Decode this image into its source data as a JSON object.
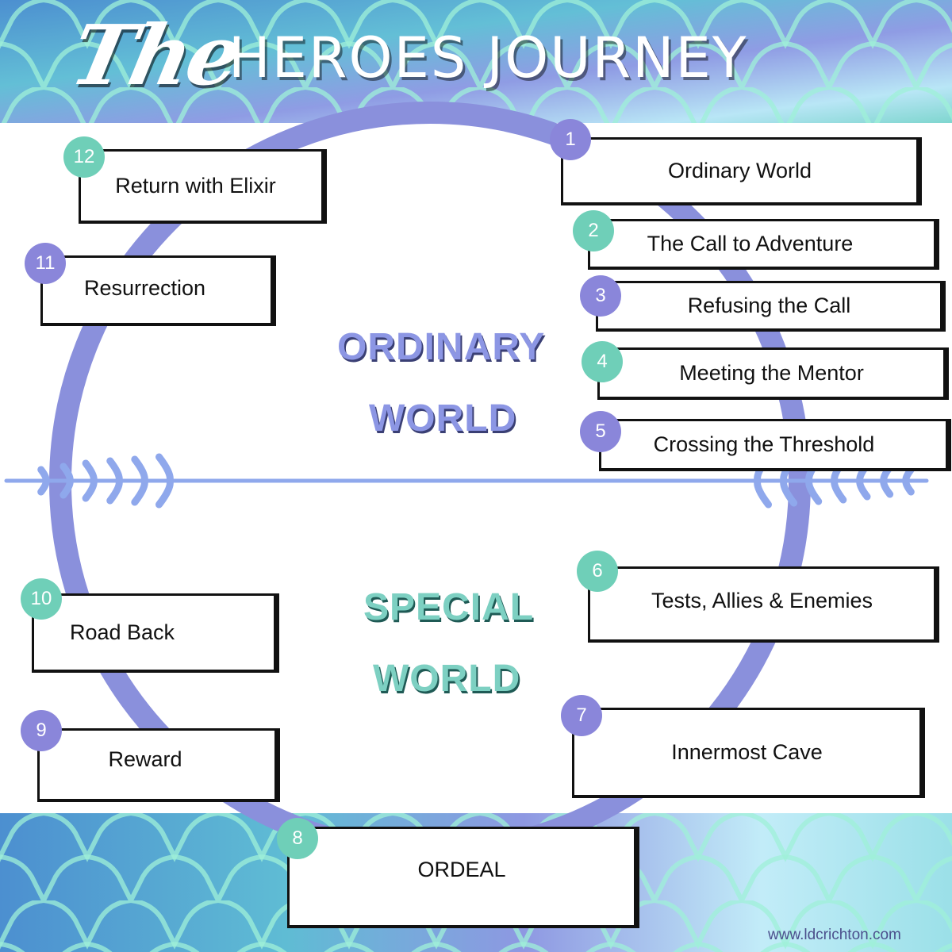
{
  "title": {
    "script": "The",
    "main": "HEROES JOURNEY"
  },
  "center": {
    "ordinary_line1": "ORDINARY",
    "ordinary_line2": "WORLD",
    "special_line1": "SPECIAL",
    "special_line2": "WORLD"
  },
  "stages": [
    {
      "number": "1",
      "label": "Ordinary World"
    },
    {
      "number": "2",
      "label": "The Call to Adventure"
    },
    {
      "number": "3",
      "label": "Refusing the Call"
    },
    {
      "number": "4",
      "label": "Meeting the Mentor"
    },
    {
      "number": "5",
      "label": "Crossing the Threshold"
    },
    {
      "number": "6",
      "label": "Tests, Allies & Enemies"
    },
    {
      "number": "7",
      "label": "Innermost Cave"
    },
    {
      "number": "8",
      "label": "ORDEAL"
    },
    {
      "number": "9",
      "label": "Reward"
    },
    {
      "number": "10",
      "label": "Road Back"
    },
    {
      "number": "11",
      "label": "Resurrection"
    },
    {
      "number": "12",
      "label": "Return with Elixir"
    }
  ],
  "website": "www.ldcrichton.com",
  "colors": {
    "ring": "#8a90dc",
    "teal_badge": "#6fcfb8",
    "purple_badge": "#8a86da",
    "divider": "#8fa8ec"
  }
}
